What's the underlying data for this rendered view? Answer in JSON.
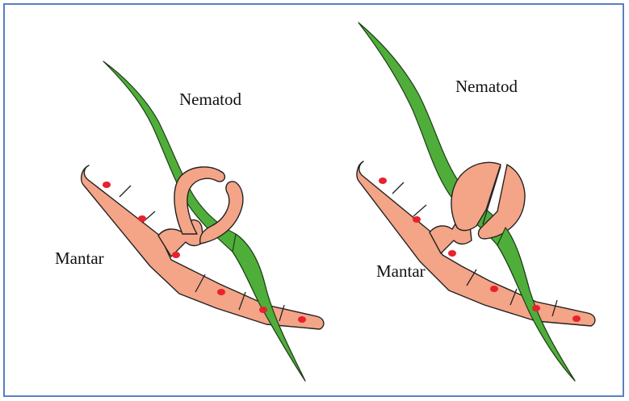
{
  "panels": [
    {
      "nematode_label": "Nematod",
      "fungus_label": "Mantar",
      "stage": "open-loop"
    },
    {
      "nematode_label": "Nematod",
      "fungus_label": "Mantar",
      "stage": "constricted-ring"
    }
  ],
  "colors": {
    "frame": "#5b7fc0",
    "fungus_cell": "#f4a487",
    "nucleus": "#e8212e",
    "nematode": "#4fae3a",
    "outline": "#222222"
  }
}
